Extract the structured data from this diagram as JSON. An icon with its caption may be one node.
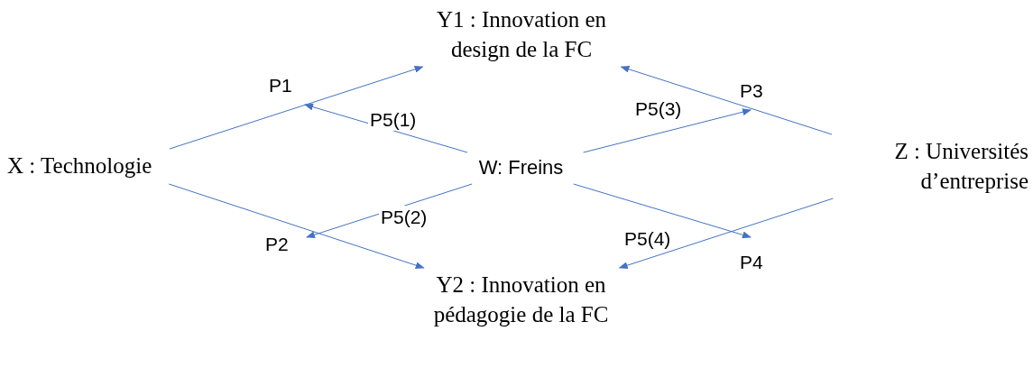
{
  "diagram": {
    "nodes": [
      {
        "text": [
          "X : Technologie"
        ]
      },
      {
        "text": [
          "Y1 : Innovation en design de la FC"
        ]
      },
      {
        "text": [
          "Y2 : Innovation en pédagogie de la FC"
        ]
      },
      {
        "text": [
          "W: Freins"
        ]
      },
      {
        "text": [
          "Z : Universités d’entreprise"
        ]
      }
    ],
    "edges": [
      {
        "from": 0,
        "to": 1,
        "arrow": "to",
        "label": "P1"
      },
      {
        "from": 0,
        "to": 2,
        "arrow": "to",
        "label": "P2"
      },
      {
        "from": 4,
        "to": 1,
        "arrow": "to",
        "label": "P3"
      },
      {
        "from": 4,
        "to": 2,
        "arrow": "to",
        "label": "P4"
      },
      {
        "from": 3,
        "to": null,
        "arrow": "to",
        "label": "P5(1)"
      },
      {
        "from": 3,
        "to": null,
        "arrow": "to",
        "label": "P5(2)"
      },
      {
        "from": 3,
        "to": null,
        "arrow": "to",
        "label": "P5(3)"
      },
      {
        "from": 3,
        "to": null,
        "arrow": "to",
        "label": "P5(4)"
      }
    ]
  }
}
